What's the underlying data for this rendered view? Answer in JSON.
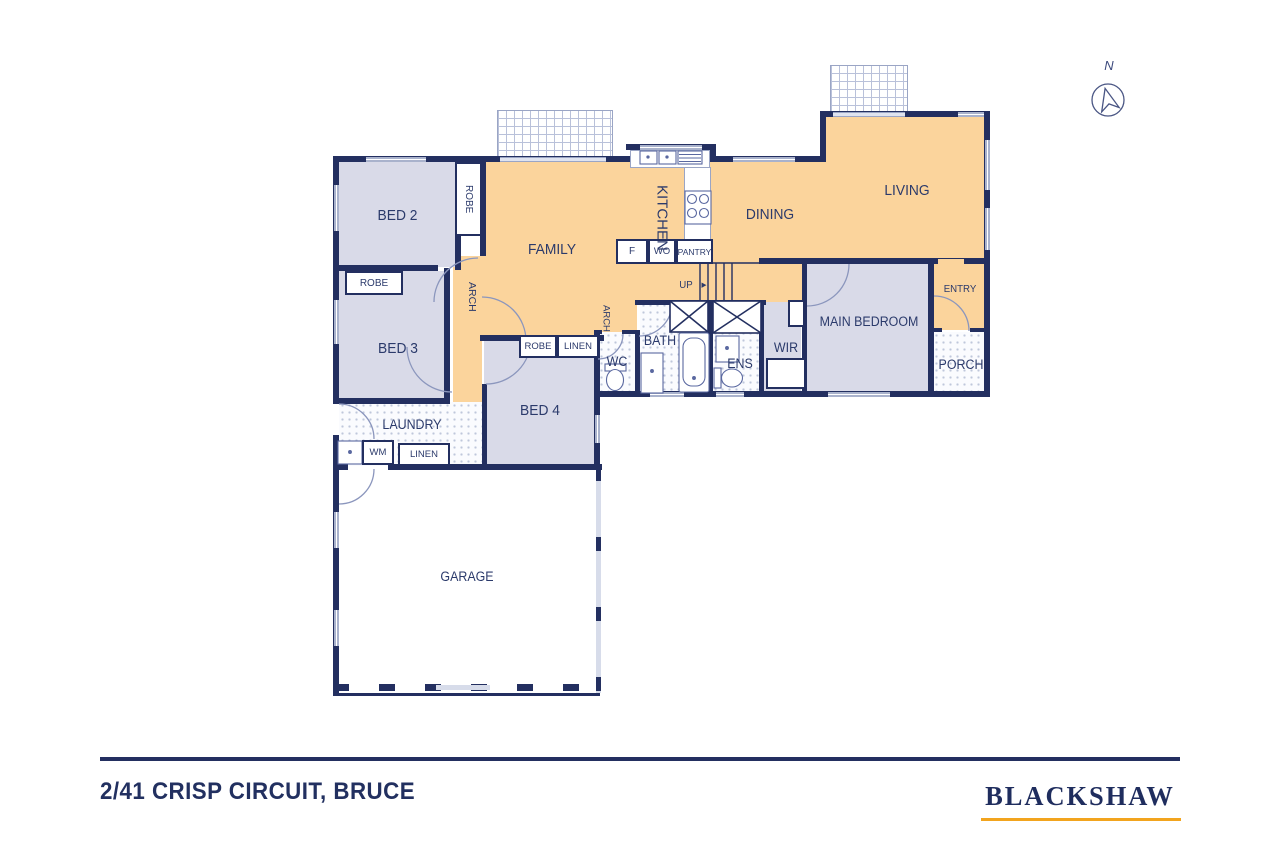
{
  "page": {
    "compass": {
      "label": "N"
    },
    "footer": {
      "address": "2/41 CRISP CIRCUIT, BRUCE",
      "brand": "BLACKSHAW"
    }
  },
  "colors": {
    "wall_navy": "#232f60",
    "text_navy": "#2b3a6b",
    "living_area_fill": "#fbd49c",
    "bedroom_fill": "#d9dae8",
    "brand_gold": "#f2a41e"
  },
  "rooms": {
    "bed2": {
      "label": "BED 2"
    },
    "bed3": {
      "label": "BED 3"
    },
    "bed4": {
      "label": "BED 4"
    },
    "family": {
      "label": "FAMILY"
    },
    "kitchen": {
      "label": "KITCHEN"
    },
    "dining": {
      "label": "DINING"
    },
    "living": {
      "label": "LIVING"
    },
    "main_bedroom": {
      "label": "MAIN BEDROOM"
    },
    "wc": {
      "label": "WC"
    },
    "bath": {
      "label": "BATH"
    },
    "ens": {
      "label": "ENS"
    },
    "wir": {
      "label": "WIR"
    },
    "entry": {
      "label": "ENTRY"
    },
    "porch": {
      "label": "PORCH"
    },
    "laundry": {
      "label": "LAUNDRY"
    },
    "garage": {
      "label": "GARAGE"
    }
  },
  "features": {
    "robe_bed2": "ROBE",
    "robe_bed3": "ROBE",
    "robe_bed4": "ROBE",
    "linen_hall": "LINEN",
    "linen_laundry": "LINEN",
    "wm": "WM",
    "fridge": "F",
    "wall_oven": "WO",
    "pantry": "PANTRY",
    "stairs_up": "UP",
    "arch_hall": "ARCH",
    "arch_wet": "ARCH"
  },
  "icons": {
    "up_arrow": "▶"
  }
}
